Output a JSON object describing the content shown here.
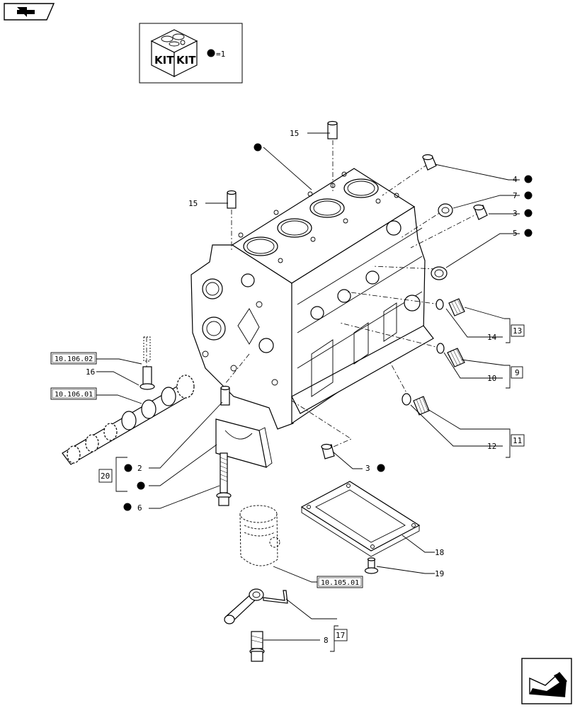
{
  "legend": {
    "kit_word_1": "KIT",
    "kit_word_2": "KIT",
    "eq_text": "=1"
  },
  "labels": {
    "p15a": "15",
    "p15b": "15",
    "p4": "4",
    "p7": "7",
    "p3a": "3",
    "p5": "5",
    "p14": "14",
    "p13": "13",
    "p10": "10",
    "p9": "9",
    "p12": "12",
    "p11": "11",
    "p16": "16",
    "p2": "2",
    "p20": "20",
    "p6": "6",
    "p3b": "3",
    "p18": "18",
    "p19": "19",
    "p8": "8",
    "p17": "17"
  },
  "refs": {
    "r1": "10.106.02",
    "r2": "10.106.01",
    "r3": "10.105.01"
  },
  "icons": {
    "top_nav": "back-arrow-icon",
    "bottom_nav": "next-page-icon",
    "kit": "kit-box-icon"
  }
}
